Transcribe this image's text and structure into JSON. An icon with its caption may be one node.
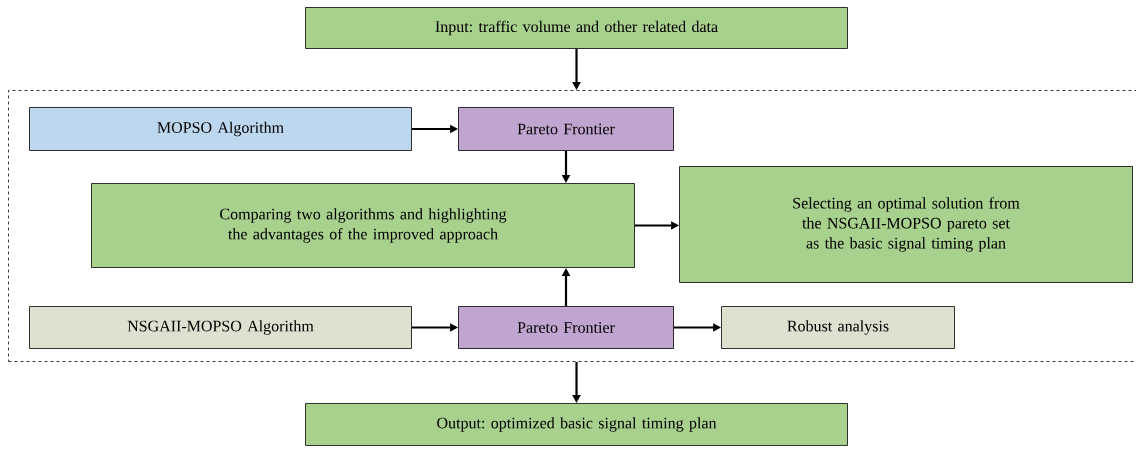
{
  "diagram": {
    "nodes": [
      {
        "text": [
          "Input: traffic volume and other related data"
        ]
      },
      {
        "text": [],
        "shape": "box"
      },
      {
        "text": [
          "MOPSO Algorithm"
        ],
        "in": 1
      },
      {
        "text": [
          "Pareto Frontier"
        ],
        "in": 1
      },
      {
        "text": [
          "Comparing two algorithms and highlighting the advantages of the improved approach"
        ],
        "in": 1
      },
      {
        "text": [
          "Selecting an optimal solution from the NSGAII-MOPSO pareto set as the basic signal timing plan"
        ],
        "in": 1
      },
      {
        "text": [
          "NSGAII-MOPSO Algorithm"
        ],
        "in": 1
      },
      {
        "text": [
          "Pareto Frontier"
        ],
        "in": 1
      },
      {
        "text": [
          "Robust analysis"
        ],
        "in": 1
      },
      {
        "text": [
          "Output: optimized basic signal timing plan"
        ]
      }
    ],
    "edges": [
      {
        "from": 0,
        "to": 1,
        "arrow": "to"
      },
      {
        "from": 2,
        "to": 3,
        "arrow": "to"
      },
      {
        "from": 3,
        "to": 4,
        "arrow": "to"
      },
      {
        "from": 4,
        "to": 5,
        "arrow": "to"
      },
      {
        "from": 6,
        "to": 7,
        "arrow": "to"
      },
      {
        "from": 7,
        "to": 4,
        "arrow": "to"
      },
      {
        "from": 7,
        "to": 8,
        "arrow": "to"
      },
      {
        "from": 1,
        "to": 9,
        "arrow": "to"
      }
    ]
  }
}
